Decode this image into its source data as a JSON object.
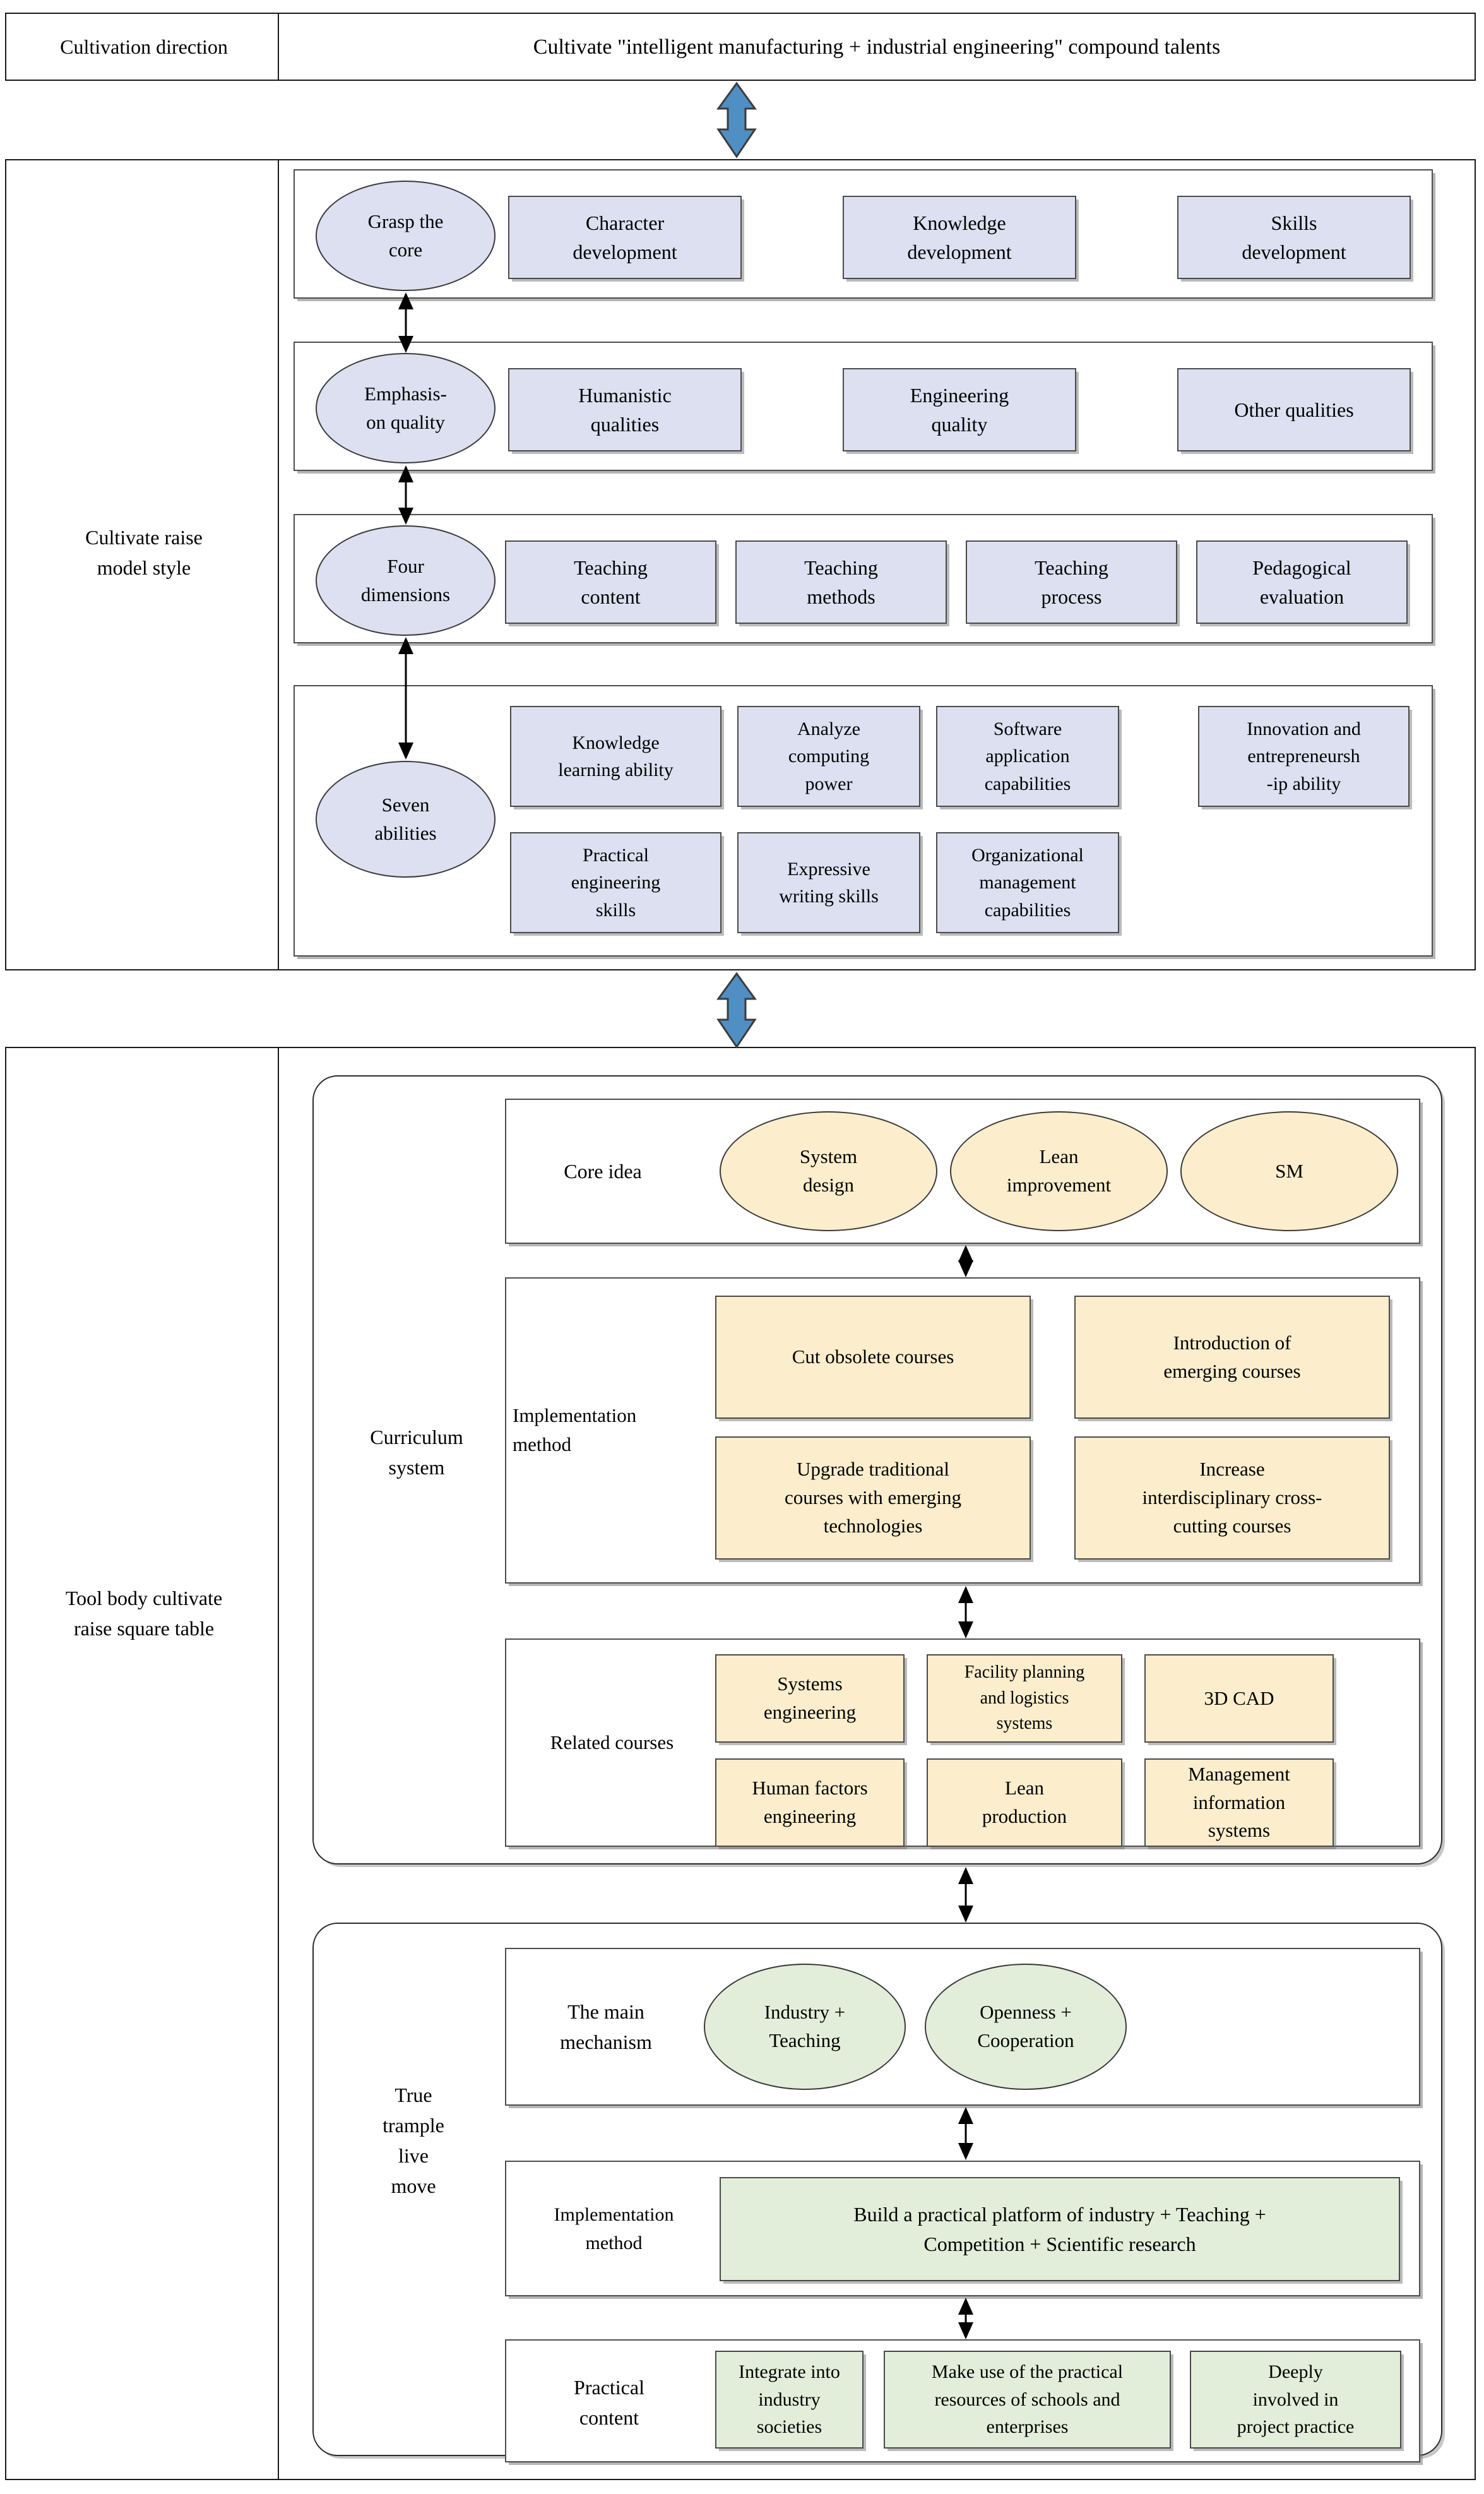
{
  "colors": {
    "blue_fill": "#dce0f0",
    "yellow_fill": "#fcedcc",
    "green_fill": "#e3eeda",
    "arrow_blue": "#4f8fc4",
    "border_gray": "#4a4a4a",
    "border_black": "#1a1a1a"
  },
  "header": {
    "row_label": "Cultivation direction",
    "row_value": "Cultivate \"intelligent manufacturing + industrial engineering\" compound talents"
  },
  "model_section": {
    "side_label": "Cultivate raise\nmodel style",
    "rows": [
      {
        "hub": "Grasp the\ncore",
        "items": [
          "Character\ndevelopment",
          "Knowledge\ndevelopment",
          "Skills\ndevelopment"
        ]
      },
      {
        "hub": "Emphasis-\non quality",
        "items": [
          "Humanistic\nqualities",
          "Engineering\nquality",
          "Other qualities"
        ]
      },
      {
        "hub": "Four\ndimensions",
        "items": [
          "Teaching\ncontent",
          "Teaching\nmethods",
          "Teaching\nprocess",
          "Pedagogical\nevaluation"
        ]
      },
      {
        "hub": "Seven\nabilities",
        "items_row1": [
          "Knowledge\nlearning ability",
          "Analyze\ncomputing\npower",
          "Software\napplication\ncapabilities",
          "Innovation and\nentrepreneursh\n-ip ability"
        ],
        "items_row2": [
          "Practical\nengineering\nskills",
          "Expressive\nwriting skills",
          "Organizational\nmanagement\ncapabilities"
        ]
      }
    ]
  },
  "tool_section": {
    "side_label": "Tool body cultivate\nraise square table",
    "curriculum": {
      "group_label": "Curriculum\nsystem",
      "blocks": [
        {
          "label": "Core idea",
          "ellipses": [
            "System\ndesign",
            "Lean\nimprovement",
            "SM"
          ]
        },
        {
          "label": "Implementation\nmethod",
          "boxes_row1": [
            "Cut obsolete courses",
            "Introduction of\nemerging courses"
          ],
          "boxes_row2": [
            "Upgrade traditional\ncourses with emerging\ntechnologies",
            "Increase\ninterdisciplinary cross-\ncutting courses"
          ]
        },
        {
          "label": "Related courses",
          "boxes_row1": [
            "Systems\nengineering",
            "Facility planning\nand logistics\nsystems",
            "3D CAD"
          ],
          "boxes_row2": [
            "Human factors\nengineering",
            "Lean\nproduction",
            "Management\ninformation\nsystems"
          ]
        }
      ]
    },
    "practice": {
      "group_label": "True\ntrample\nlive\nmove",
      "blocks": [
        {
          "label": "The main\nmechanism",
          "ellipses": [
            "Industry +\nTeaching",
            "Openness +\nCooperation"
          ]
        },
        {
          "label": "Implementation\nmethod",
          "wide_box": "Build a practical platform of industry + Teaching +\nCompetition + Scientific research"
        },
        {
          "label": "Practical\ncontent",
          "boxes": [
            "Integrate into\nindustry\nsocieties",
            "Make use of the practical\nresources of schools and\nenterprises",
            "Deeply\ninvolved in\nproject practice"
          ]
        }
      ]
    }
  },
  "connectors": {
    "big_arrow_1": "double-headed-vertical-arrow",
    "big_arrow_2": "double-headed-vertical-arrow"
  }
}
